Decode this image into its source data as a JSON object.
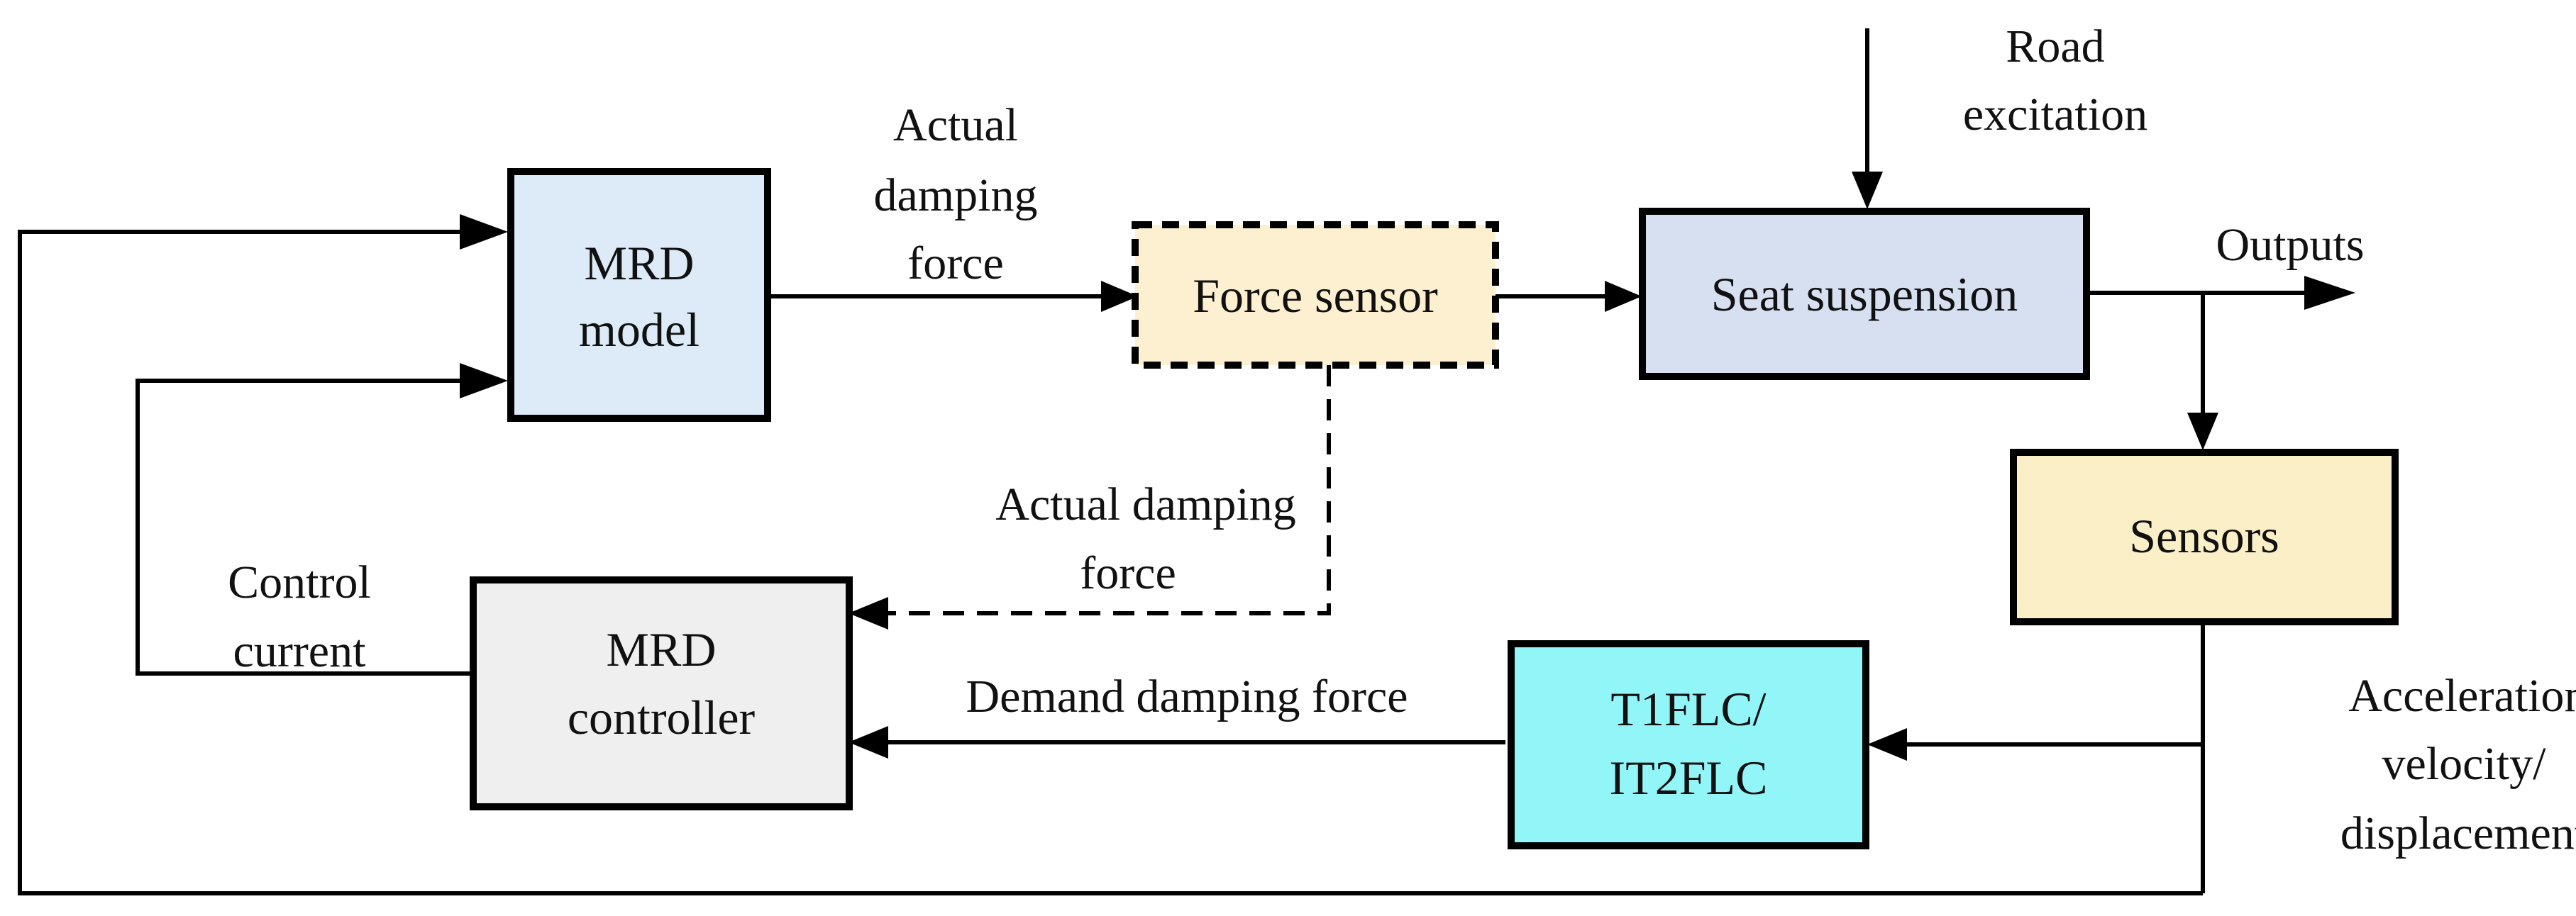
{
  "blocks": {
    "mrd_model": {
      "line1": "MRD",
      "line2": "model",
      "fill": "#dcebf7"
    },
    "force_sensor": {
      "label": "Force sensor",
      "fill": "#fcf0d0"
    },
    "seat_suspension": {
      "label": "Seat suspension",
      "fill": "#d7e0f1"
    },
    "sensors": {
      "label": "Sensors",
      "fill": "#fbefc8"
    },
    "fuzzy_controller": {
      "line1": "T1FLC/",
      "line2": "IT2FLC",
      "fill": "#92f6f8"
    },
    "mrd_controller": {
      "line1": "MRD",
      "line2": "controller",
      "fill": "#efefef"
    }
  },
  "signals": {
    "actual_damping_force_top": [
      "Actual",
      "damping",
      "force"
    ],
    "road_excitation": [
      "Road",
      "excitation"
    ],
    "outputs": "Outputs",
    "actual_damping_force_feedback": [
      "Actual damping",
      "force"
    ],
    "control_current": [
      "Control",
      "current"
    ],
    "demand_damping_force": "Demand damping force",
    "measured_states": [
      "Acceleration/",
      "velocity/",
      "displacement"
    ]
  }
}
